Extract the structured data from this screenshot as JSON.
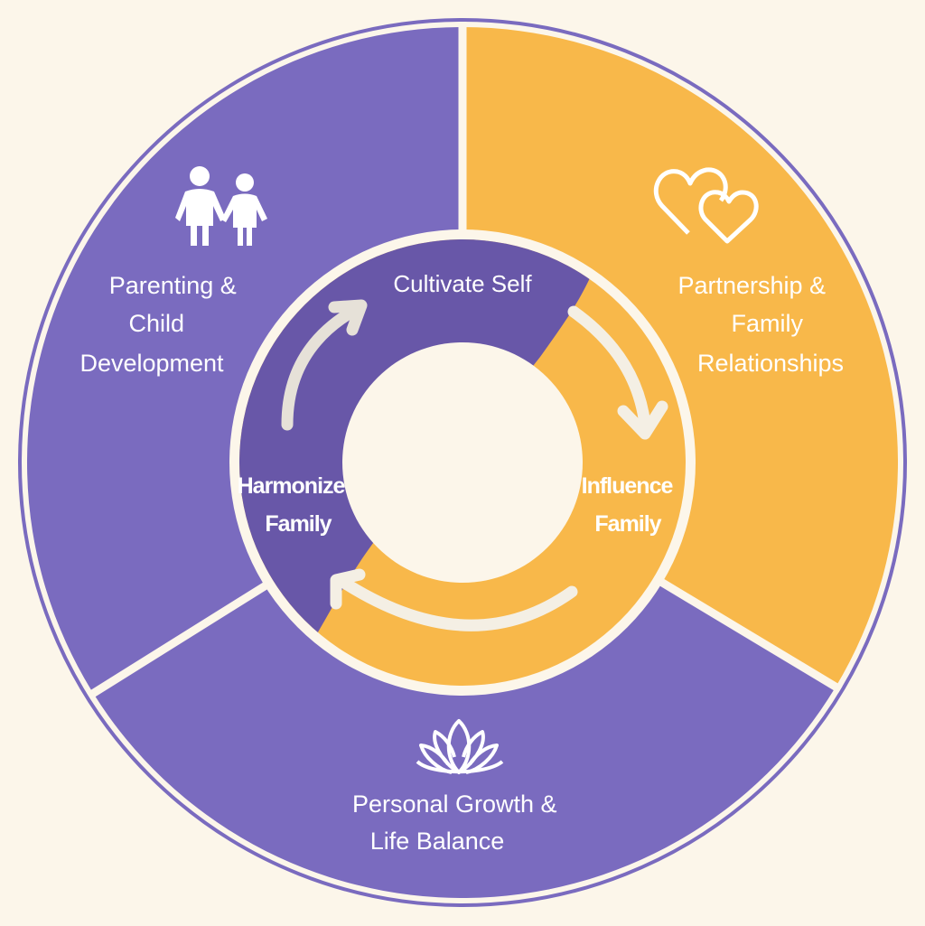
{
  "colors": {
    "background": "#fcf6ea",
    "outer_purple": "#7a6bbf",
    "inner_purple": "#6857a8",
    "yellow": "#f8b84a",
    "arrow": "#f7f1e4",
    "border": "#7a6bbf"
  },
  "segments": [
    {
      "id": "partnership",
      "lines": [
        "Partnership &",
        "Family",
        "Relationships"
      ],
      "icon": "two-hearts-icon",
      "color": "yellow"
    },
    {
      "id": "personal",
      "lines": [
        "Personal Growth &",
        "Life Balance"
      ],
      "icon": "lotus-icon",
      "color": "purple"
    },
    {
      "id": "parenting",
      "lines": [
        "Parenting &",
        "Child",
        "Development"
      ],
      "icon": "parent-child-icon",
      "color": "purple"
    }
  ],
  "cycle": {
    "top": "Cultivate Self",
    "right": [
      "Influence",
      "Family"
    ],
    "left": [
      "Harmonize",
      "Family"
    ]
  }
}
